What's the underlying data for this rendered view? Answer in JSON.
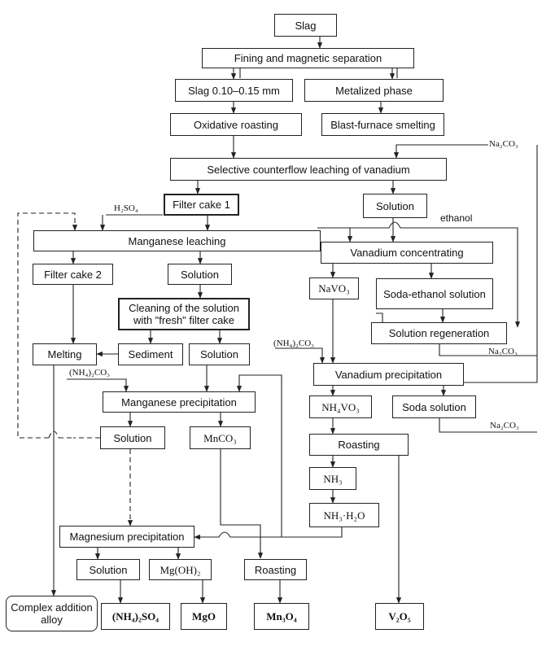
{
  "nodes": {
    "slag": "Slag",
    "fining": "Fining and magnetic separation",
    "slag_fraction": "Slag 0.10–0.15 mm",
    "metalized": "Metalized phase",
    "oxidative_roasting": "Oxidative roasting",
    "blast_furnace": "Blast-furnace smelting",
    "selective_leaching": "Selective counterflow leaching of vanadium",
    "filter_cake_1": "Filter cake 1",
    "solution_v": "Solution",
    "manganese_leaching": "Manganese  leaching",
    "filter_cake_2": "Filter cake 2",
    "solution_mn": "Solution",
    "cleaning": "Cleaning of the solution with \"fresh\" filter cake",
    "melting": "Melting",
    "sediment": "Sediment",
    "solution_clean": "Solution",
    "manganese_precipitation": "Manganese precipitation",
    "solution_after_mn": "Solution",
    "mnco3": "MnCO₃",
    "magnesium_precipitation": "Magnesium precipitation",
    "solution_mg": "Solution",
    "mgoh2": "Mg(OH)₂",
    "roasting_mn": "Roasting",
    "alloy": "Complex addition alloy",
    "nh4_2so4": "(NH₄)₂SO₄",
    "mgo": "MgO",
    "mn3o4": "Mn₃O₄",
    "vanadium_concentrating": "Vanadium concentrating",
    "navo3": "NaVO₃",
    "soda_ethanol": "Soda-ethanol solution",
    "solution_regeneration": "Solution regeneration",
    "vanadium_precipitation": "Vanadium precipitation",
    "nh4vo3": "NH₄VO₃",
    "soda_solution": "Soda solution",
    "roasting_v": "Roasting",
    "nh3": "NH₃",
    "nh3h2o": "NH₃·H₂O",
    "v2o5": "V₂O₅"
  },
  "labels": {
    "h2so4": "H₂SO₄",
    "ethanol": "ethanol",
    "na2co3_top": "Na₂CO₃",
    "na2co3_mid": "Na₂CO₃",
    "na2co3_low": "Na₂CO₃",
    "nh4_2co3_left": "(NH₄)₂CO₃",
    "nh4_2co3_right": "(NH₄)₂CO₃"
  }
}
